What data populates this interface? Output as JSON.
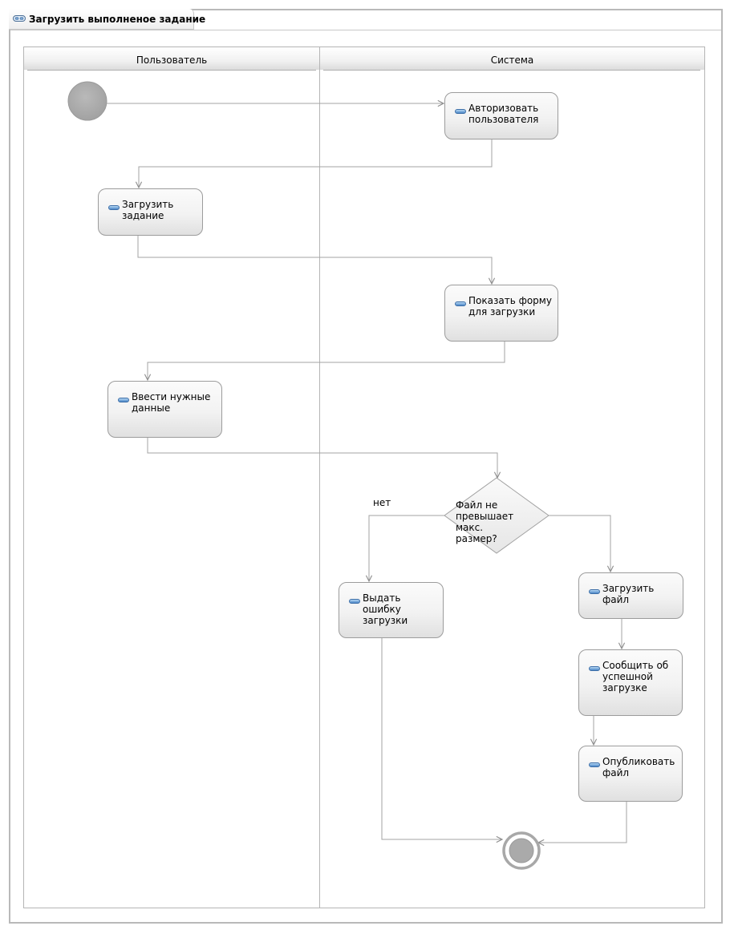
{
  "diagram": {
    "title": "Загрузить выполненое задание",
    "lanes": {
      "user": "Пользователь",
      "system": "Система"
    },
    "actions": {
      "authorize": "Авторизовать\nпользователя",
      "upload_task": "Загрузить\nзадание",
      "show_form": "Показать форму\nдля загрузки",
      "enter_data": "Ввести нужные\nданные",
      "error": "Выдать ошибку\nзагрузки",
      "upload_file": "Загрузить файл",
      "notify": "Сообщить об\nуспешной\nзагрузке",
      "publish": "Опубликовать\nфайл"
    },
    "decision": "Файл не\nпревышает макс.\nразмер?",
    "guard_no": "нет"
  }
}
